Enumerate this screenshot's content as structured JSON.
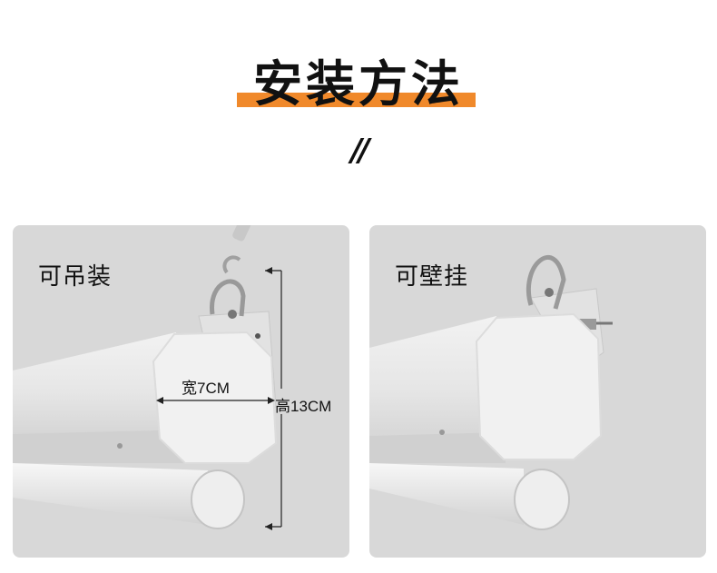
{
  "header": {
    "title": "安装方法",
    "divider": "//"
  },
  "panels": [
    {
      "label": "可吊装",
      "width_text": "宽7CM",
      "height_text": "高13CM"
    },
    {
      "label": "可壁挂"
    }
  ],
  "colors": {
    "accent": "#f0892b",
    "panel_bg": "#d8d8d8"
  }
}
